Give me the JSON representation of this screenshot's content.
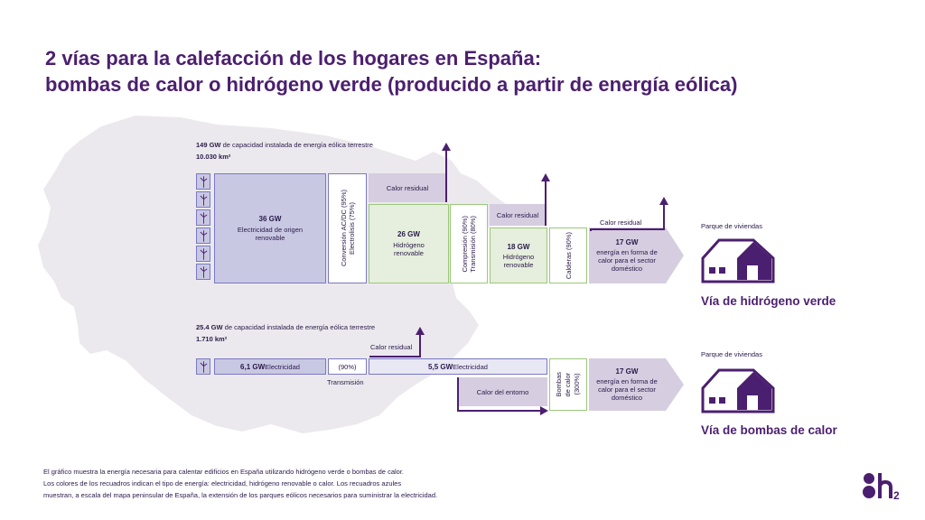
{
  "title": {
    "line1": "2 vías para la calefacción de los hogares en España:",
    "line2": "bombas de calor o hidrógeno verde (producido a partir de energía eólica)"
  },
  "hydrogen_route": {
    "capacity_gw": "149 GW",
    "capacity_text": " de capacidad instalada de energía eólica terrestre",
    "area": "10.030 km²",
    "electricity": {
      "gw": "36 GW",
      "label": "Electricidad de origen renovable"
    },
    "conversion": {
      "label1": "Conversión AC/DC (95%)",
      "label2": "Electrolisis (75%)"
    },
    "residual_heat_1": "Calor residual",
    "hydrogen": {
      "gw": "26 GW",
      "label": "Hidrógeno renovable"
    },
    "compression": {
      "label1": "Compresión (90%)",
      "label2": "Transmisión (80%)"
    },
    "residual_heat_2": "Calor residual",
    "hydrogen_delivered": {
      "gw": "18 GW",
      "label": "Hidrógeno renovable"
    },
    "boilers": "Calderas (90%)",
    "residual_heat_3": "Calor residual",
    "heat_output": {
      "gw": "17 GW",
      "label": "energía en forma de calor para el sector doméstico"
    },
    "housing": "Parque de viviendas",
    "way_label": "Vía de hidrógeno verde"
  },
  "heatpump_route": {
    "capacity_gw": "25.4 GW",
    "capacity_text": " de capacidad instalada de energía eólica terrestre",
    "area": "1.710 km²",
    "electricity": {
      "gw": "6,1 GW",
      "label": " Electricidad"
    },
    "transmission_pct": "(90%)",
    "transmission": "Transmisión",
    "residual_heat": "Calor residual",
    "electricity_2": {
      "gw": "5,5 GW",
      "label": " Electricidad"
    },
    "ambient_heat": "Calor del entorno",
    "heat_pumps": {
      "line1": "Bombas",
      "line2": "de calor",
      "line3": "(300%)"
    },
    "heat_output": {
      "gw": "17 GW",
      "label": "energía en forma de calor para el sector doméstico"
    },
    "housing": "Parque de viviendas",
    "way_label": "Vía de bombas de calor"
  },
  "footnote": {
    "line1": "El gráfico muestra la energía necesaria para calentar edificios en España utilizando hidrógeno verde o bombas de calor.",
    "line2": "Los colores de los recuadros indican el tipo de energía: electricidad, hidrógeno renovable o calor.  Los recuadros azules",
    "line3": "muestran, a escala del mapa peninsular de España, la extensión de los parques eólicos necesarios para suministrar la electricidad."
  },
  "logo": {
    "sub": "2"
  },
  "colors": {
    "accent": "#4b1f6f",
    "electricity": "#7a79c2",
    "hydrogen": "#9bc77a",
    "heat": "#d6cde0",
    "map": "#ebe9ed"
  }
}
